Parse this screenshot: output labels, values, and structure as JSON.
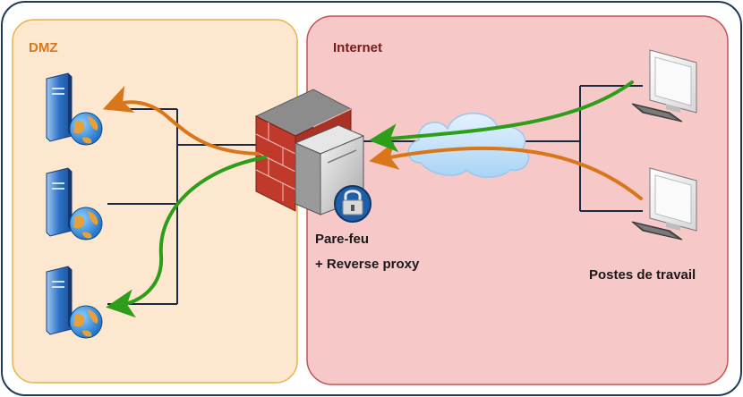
{
  "zones": {
    "dmz": {
      "label": "DMZ",
      "color": "#d9761a"
    },
    "internet": {
      "label": "Internet",
      "color": "#7a1a1a"
    }
  },
  "firewall": {
    "label_line1": "Pare-feu",
    "label_line2": "+ Reverse proxy",
    "icon": "firewall-icon"
  },
  "workstations": {
    "label": "Postes de travail",
    "icon": "desktop-computer-icon"
  },
  "servers": {
    "count": 3,
    "icon": "web-server-icon"
  },
  "cloud": {
    "icon": "cloud-icon"
  },
  "colors": {
    "outer_border": "#1f3a5a",
    "dmz_fill": "#fde7cf",
    "dmz_border": "#e7b44a",
    "internet_fill": "#f6c8c8",
    "internet_border": "#c25656",
    "request_arrow": "#d9761a",
    "response_arrow": "#2e9e1a",
    "network_line": "#1b2a44"
  }
}
